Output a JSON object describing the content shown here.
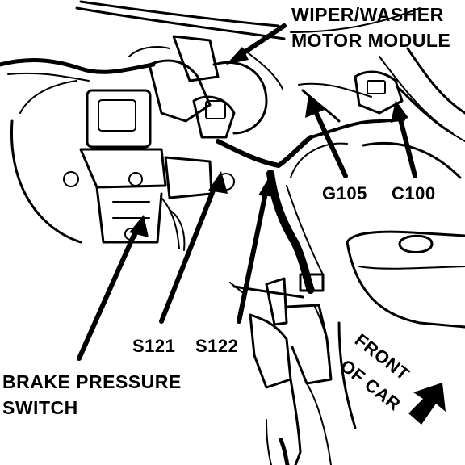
{
  "diagram": {
    "labels": {
      "wiper_line1": "WIPER/WASHER",
      "wiper_line2": "MOTOR MODULE",
      "g105": "G105",
      "c100": "C100",
      "s121": "S121",
      "s122": "S122",
      "brake_line1": "BRAKE PRESSURE",
      "brake_line2": "SWITCH",
      "front_line1": "FRONT",
      "front_line2": "OF CAR"
    },
    "colors": {
      "ink": "#000000",
      "paper": "#ffffff"
    }
  }
}
